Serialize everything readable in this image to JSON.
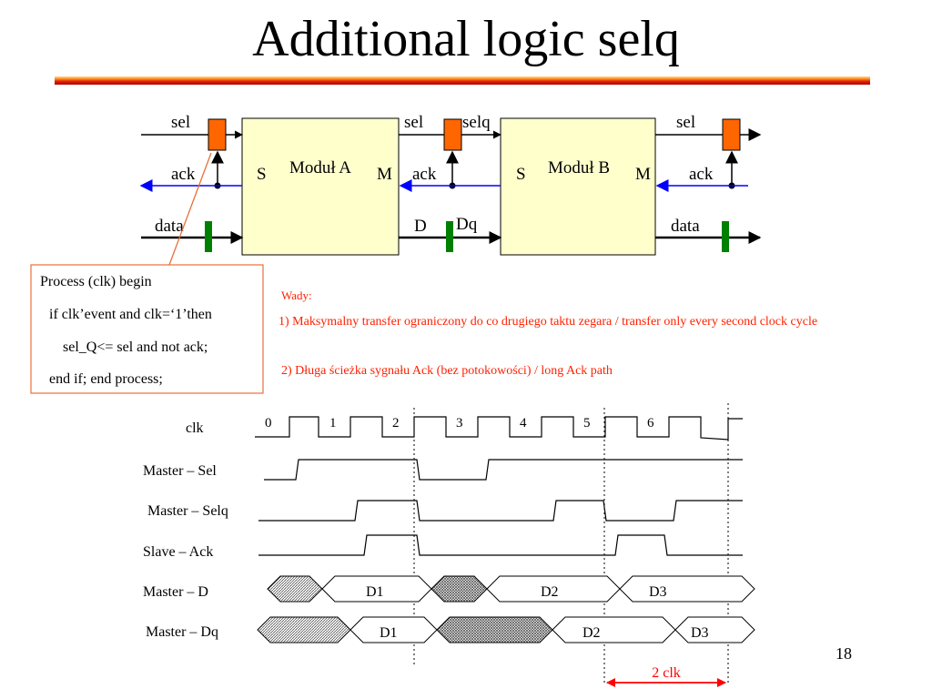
{
  "title": "Additional logic selq",
  "page_number": "18",
  "modules": [
    {
      "name": "Moduł A",
      "left_port": "S",
      "right_port": "M"
    },
    {
      "name": "Moduł B",
      "left_port": "S",
      "right_port": "M"
    }
  ],
  "labels": {
    "sel_left": "sel",
    "ack_left": "ack",
    "data_left": "data",
    "sel_mid": "sel",
    "selq_mid": "selq",
    "ack_mid": "ack",
    "d_mid": "D",
    "dq_mid": "Dq",
    "sel_right": "sel",
    "ack_right": "ack",
    "data_right": "data"
  },
  "process_code": [
    "Process (clk) begin",
    "if clk’event and clk=‘1’then",
    "sel_Q<= sel and not ack;",
    "end if; end process;"
  ],
  "notes": {
    "heading": "Wady:",
    "item1": "1) Maksymalny transfer ograniczony do co drugiego taktu zegara / transfer only every second clock cycle",
    "item2": "2) Długa ścieżka sygnału Ack (bez potokowości) / long Ack path"
  },
  "timing": {
    "clk_label": "clk",
    "clk_numbers": [
      "0",
      "1",
      "2",
      "3",
      "4",
      "5",
      "6"
    ],
    "signals": [
      "Master – Sel",
      "Master – Selq",
      "Slave – Ack",
      "Master – D",
      "Master – Dq"
    ],
    "d_values": [
      "D1",
      "D2",
      "D3"
    ],
    "dq_values": [
      "D1",
      "D2",
      "D3"
    ],
    "span_label": "2 clk"
  },
  "colors": {
    "module_fill": "#ffffcc",
    "register_fill": "#ff6600",
    "data_register_fill": "#008000",
    "ack_arrow": "#0000ff",
    "note_text": "#ff2000",
    "span_arrow": "#ff0000",
    "callout_border": "#e8703a"
  }
}
